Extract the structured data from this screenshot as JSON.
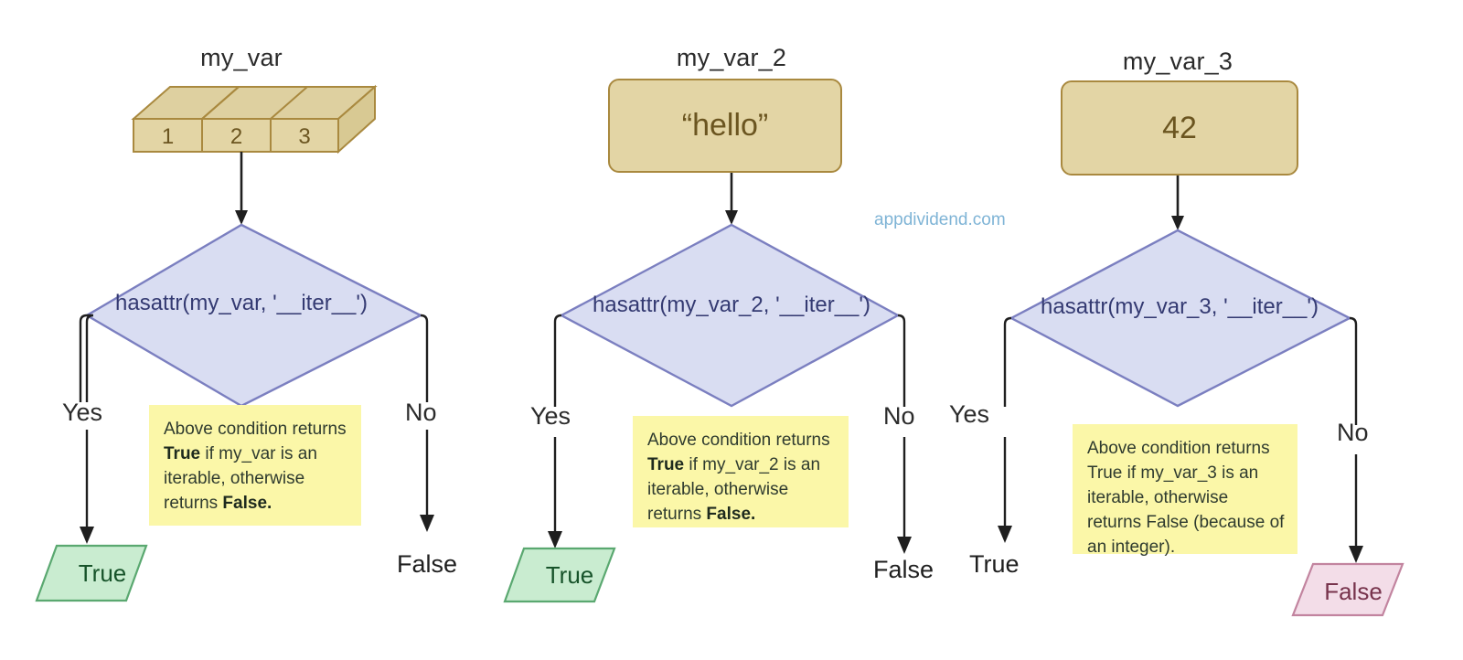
{
  "page": {
    "watermark": "appdividend.com",
    "background": "#ffffff"
  },
  "colors": {
    "value_box_fill": "#e3d5a5",
    "value_box_border": "#a9893f",
    "value_box_text": "#6b5520",
    "decision_fill": "#d9ddf2",
    "decision_border": "#7b7fc0",
    "decision_text": "#343a72",
    "note_fill": "#fbf7a8",
    "note_text": "#2f3b2f",
    "true_fill": "#c9ecd0",
    "true_border": "#5aa870",
    "true_text": "#17532a",
    "false_fill": "#f3dde8",
    "false_border": "#c2849f",
    "false_text": "#77334c",
    "connector": "#1f1f1f",
    "watermark": "#7fb4d6"
  },
  "columns": [
    {
      "id": "col-1",
      "var_title": "my_var",
      "value_kind": "array-3d",
      "array_cells": [
        "1",
        "2",
        "3"
      ],
      "decision": "hasattr(my_var, '__iter__')",
      "yes_label": "Yes",
      "no_label": "No",
      "note_lines": [
        {
          "parts": [
            {
              "text": "Above condition  returns",
              "bold": false
            }
          ]
        },
        {
          "parts": [
            {
              "text": "True",
              "bold": true
            },
            {
              "text": " if my_var is an",
              "bold": false
            }
          ]
        },
        {
          "parts": [
            {
              "text": "iterable, otherwise",
              "bold": false
            }
          ]
        },
        {
          "parts": [
            {
              "text": "returns ",
              "bold": false
            },
            {
              "text": "False.",
              "bold": true
            }
          ]
        }
      ],
      "yes_terminal": {
        "text": "True",
        "style": "parallelogram-green"
      },
      "no_terminal": {
        "text": "False",
        "style": "plain-text"
      }
    },
    {
      "id": "col-2",
      "var_title": "my_var_2",
      "value_kind": "rounded-box",
      "value_text": "“hello”",
      "decision": "hasattr(my_var_2, '__iter__')",
      "yes_label": "Yes",
      "no_label": "No",
      "note_lines": [
        {
          "parts": [
            {
              "text": "Above condition  returns",
              "bold": false
            }
          ]
        },
        {
          "parts": [
            {
              "text": "True",
              "bold": true
            },
            {
              "text": " if my_var_2 is an",
              "bold": false
            }
          ]
        },
        {
          "parts": [
            {
              "text": "iterable, otherwise",
              "bold": false
            }
          ]
        },
        {
          "parts": [
            {
              "text": "returns ",
              "bold": false
            },
            {
              "text": "False.",
              "bold": true
            }
          ]
        }
      ],
      "yes_terminal": {
        "text": "True",
        "style": "parallelogram-green"
      },
      "no_terminal": {
        "text": "False",
        "style": "plain-text"
      }
    },
    {
      "id": "col-3",
      "var_title": "my_var_3",
      "value_kind": "rounded-box",
      "value_text": "42",
      "decision": "hasattr(my_var_3, '__iter__')",
      "yes_label": "Yes",
      "no_label": "No",
      "note_lines": [
        {
          "parts": [
            {
              "text": "Above condition  returns",
              "bold": false
            }
          ]
        },
        {
          "parts": [
            {
              "text": "True if my_var_3 is an",
              "bold": false
            }
          ]
        },
        {
          "parts": [
            {
              "text": "iterable, otherwise",
              "bold": false
            }
          ]
        },
        {
          "parts": [
            {
              "text": "returns False (because of",
              "bold": false
            }
          ]
        },
        {
          "parts": [
            {
              "text": "an integer).",
              "bold": false
            }
          ]
        }
      ],
      "yes_terminal": {
        "text": "True",
        "style": "plain-text"
      },
      "no_terminal": {
        "text": "False",
        "style": "parallelogram-pink"
      }
    }
  ]
}
